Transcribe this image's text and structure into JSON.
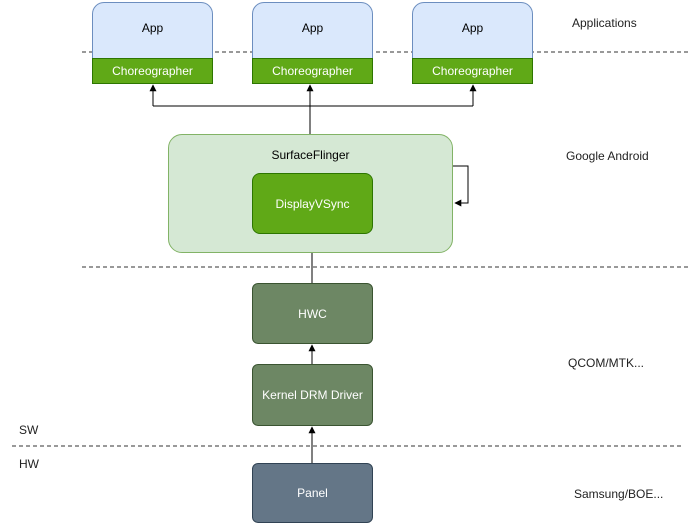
{
  "apps": [
    {
      "label": "App",
      "sub": "Choreographer"
    },
    {
      "label": "App",
      "sub": "Choreographer"
    },
    {
      "label": "App",
      "sub": "Choreographer"
    }
  ],
  "surfaceflinger": {
    "label": "SurfaceFlinger",
    "inner": "DisplayVSync"
  },
  "hwc": {
    "label": "HWC"
  },
  "driver": {
    "label": "Kernel DRM Driver"
  },
  "panel": {
    "label": "Panel"
  },
  "layers": {
    "applications": "Applications",
    "google": "Google Android",
    "vendor": "QCOM/MTK...",
    "display": "Samsung/BOE..."
  },
  "sw_label": "SW",
  "hw_label": "HW"
}
